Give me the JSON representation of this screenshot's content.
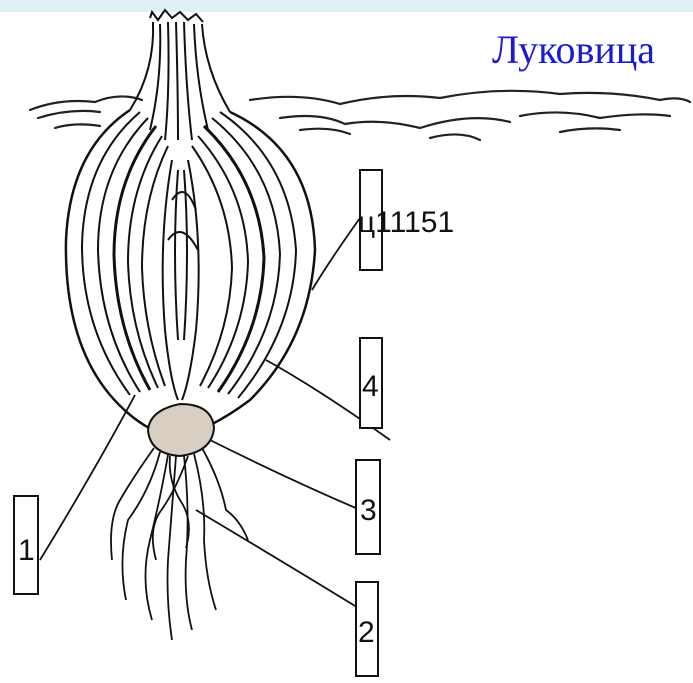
{
  "title": "Луковица",
  "labels": {
    "stem_label": "ц11151",
    "l1": "1",
    "l2": "2",
    "l3": "3",
    "l4": "4"
  },
  "colors": {
    "title": "#1a1ad2",
    "header_bar": "#dff1f6",
    "ink": "#111111"
  }
}
